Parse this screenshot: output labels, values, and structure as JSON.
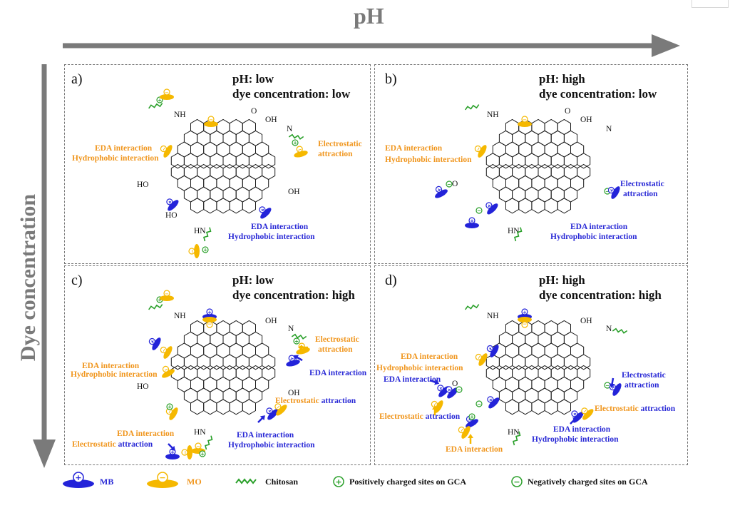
{
  "axes": {
    "x_title": "pH",
    "y_title": "Dye concentration"
  },
  "panels": [
    {
      "id": "a",
      "label": "a)",
      "title_line1": "pH: low",
      "title_line2": "dye concentration: low",
      "annotations": [
        {
          "text": "EDA interaction",
          "color": "orange"
        },
        {
          "text": "Hydrophobic interaction",
          "color": "orange"
        },
        {
          "text": "Electrostatic",
          "color": "orange"
        },
        {
          "text": "attraction",
          "color": "orange"
        },
        {
          "text": "EDA interaction",
          "color": "blue"
        },
        {
          "text": "Hydrophobic interaction",
          "color": "blue"
        }
      ]
    },
    {
      "id": "b",
      "label": "b)",
      "title_line1": "pH: high",
      "title_line2": "dye concentration: low",
      "annotations": [
        {
          "text": "EDA interaction",
          "color": "orange"
        },
        {
          "text": "Hydrophobic interaction",
          "color": "orange"
        },
        {
          "text": "Electrostatic",
          "color": "blue"
        },
        {
          "text": "attraction",
          "color": "blue"
        },
        {
          "text": "EDA interaction",
          "color": "blue"
        },
        {
          "text": "Hydrophobic interaction",
          "color": "blue"
        }
      ]
    },
    {
      "id": "c",
      "label": "c)",
      "title_line1": "pH: low",
      "title_line2": "dye concentration: high",
      "annotations": [
        {
          "text": "EDA interaction",
          "color": "orange"
        },
        {
          "text": "Hydrophobic interaction",
          "color": "orange"
        },
        {
          "text": "Electrostatic",
          "color": "orange"
        },
        {
          "text": "attraction",
          "color": "orange"
        },
        {
          "text": "EDA interaction",
          "color": "blue"
        },
        {
          "text": "Electrostatic",
          "color": "orange"
        },
        {
          "text": "attraction",
          "color": "blue"
        },
        {
          "text": "EDA interaction",
          "color": "orange"
        },
        {
          "text": "Electrostatic",
          "color": "orange"
        },
        {
          "text": "attraction",
          "color": "blue"
        },
        {
          "text": "EDA interaction",
          "color": "blue"
        },
        {
          "text": "Hydrophobic interaction",
          "color": "blue"
        }
      ]
    },
    {
      "id": "d",
      "label": "d)",
      "title_line1": "pH: high",
      "title_line2": "dye concentration: high",
      "annotations": [
        {
          "text": "EDA interaction",
          "color": "orange"
        },
        {
          "text": "Hydrophobic interaction",
          "color": "orange"
        },
        {
          "text": "EDA interaction",
          "color": "blue"
        },
        {
          "text": "Electrostatic",
          "color": "blue"
        },
        {
          "text": "attraction",
          "color": "blue"
        },
        {
          "text": "Electrostatic",
          "color": "orange"
        },
        {
          "text": "attraction",
          "color": "blue"
        },
        {
          "text": "Electrostatic",
          "color": "orange"
        },
        {
          "text": "attraction",
          "color": "blue"
        },
        {
          "text": "EDA interaction",
          "color": "blue"
        },
        {
          "text": "Hydrophobic interaction",
          "color": "blue"
        },
        {
          "text": "EDA interaction",
          "color": "orange"
        }
      ]
    }
  ],
  "molecule_labels": {
    "nh": "NH",
    "oh": "OH",
    "o": "O",
    "n": "N",
    "ho": "HO",
    "hn": "HN",
    "hooc": "HO",
    "cooh": "OH",
    "ominus": "O"
  },
  "legend": {
    "mb": "MB",
    "mo": "MO",
    "chitosan": "Chitosan",
    "positive": "Positively charged sites on GCA",
    "negative": "Negatively charged sites on GCA",
    "plus_symbol": "+",
    "minus_symbol": "−"
  },
  "colors": {
    "mb": "#2323d9",
    "mo": "#f5b800",
    "chitosan": "#2aa02a",
    "orange_text": "#f0961e",
    "blue_text": "#2a2ad6",
    "axis": "#7a7a7a"
  }
}
